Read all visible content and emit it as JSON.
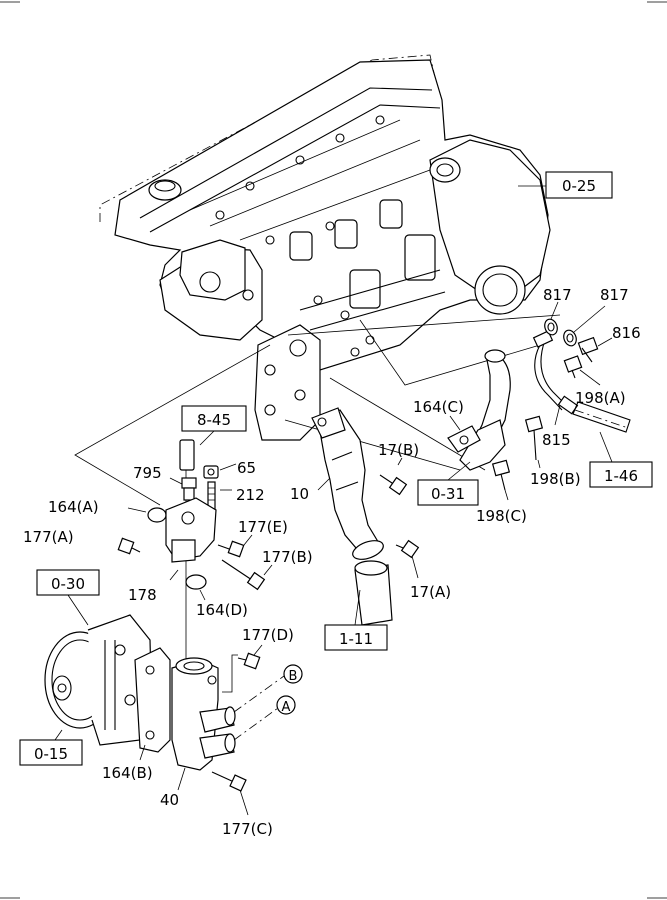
{
  "refs": {
    "r0_25": "0-25",
    "r8_45": "8-45",
    "r0_31": "0-31",
    "r1_46": "1-46",
    "r0_30": "0-30",
    "r1_11": "1-11",
    "r0_15": "0-15"
  },
  "parts": {
    "p817a": "817",
    "p817b": "817",
    "p816": "816",
    "p198a": "198(A)",
    "p164c": "164(C)",
    "p17b": "17(B)",
    "p815": "815",
    "p198b": "198(B)",
    "p10": "10",
    "p198c": "198(C)",
    "p795": "795",
    "p65": "65",
    "p212": "212",
    "p164a": "164(A)",
    "p177e": "177(E)",
    "p177a": "177(A)",
    "p177b": "177(B)",
    "p178": "178",
    "p164d": "164(D)",
    "p17a": "17(A)",
    "p177d": "177(D)",
    "p164b": "164(B)",
    "p40": "40",
    "p177c": "177(C)",
    "circleB": "B",
    "circleA": "A"
  },
  "icons": [
    "engine-block",
    "water-pump",
    "thermostat-housing",
    "water-inlet-pipe",
    "bypass-hose",
    "oil-pipe",
    "bolt",
    "gasket",
    "o-ring"
  ]
}
